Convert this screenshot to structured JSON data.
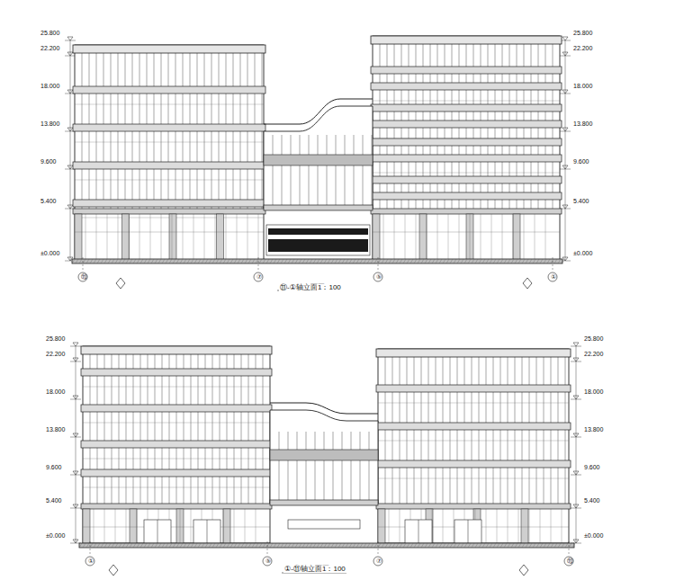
{
  "diagram": {
    "labels": [
      "⑪-①轴立面图",
      "1：100",
      "①-⑪轴立面图",
      "1：100",
      "⑪",
      "⑦",
      "⑤",
      "①",
      "①",
      "⑤",
      "⑦",
      "⑪",
      "25.800",
      "22.200",
      "18.000",
      "13.800",
      "9.600",
      "5.400",
      "±0.000",
      "25.800",
      "22.200",
      "18.000",
      "13.800",
      "9.600",
      "5.400",
      "±0.000",
      "25.800",
      "22.200",
      "18.000",
      "13.800",
      "9.600",
      "5.400",
      "±0.000",
      "25.800",
      "22.200",
      "18.000",
      "13.800",
      "9.600",
      "5.400",
      "±0.000"
    ]
  }
}
